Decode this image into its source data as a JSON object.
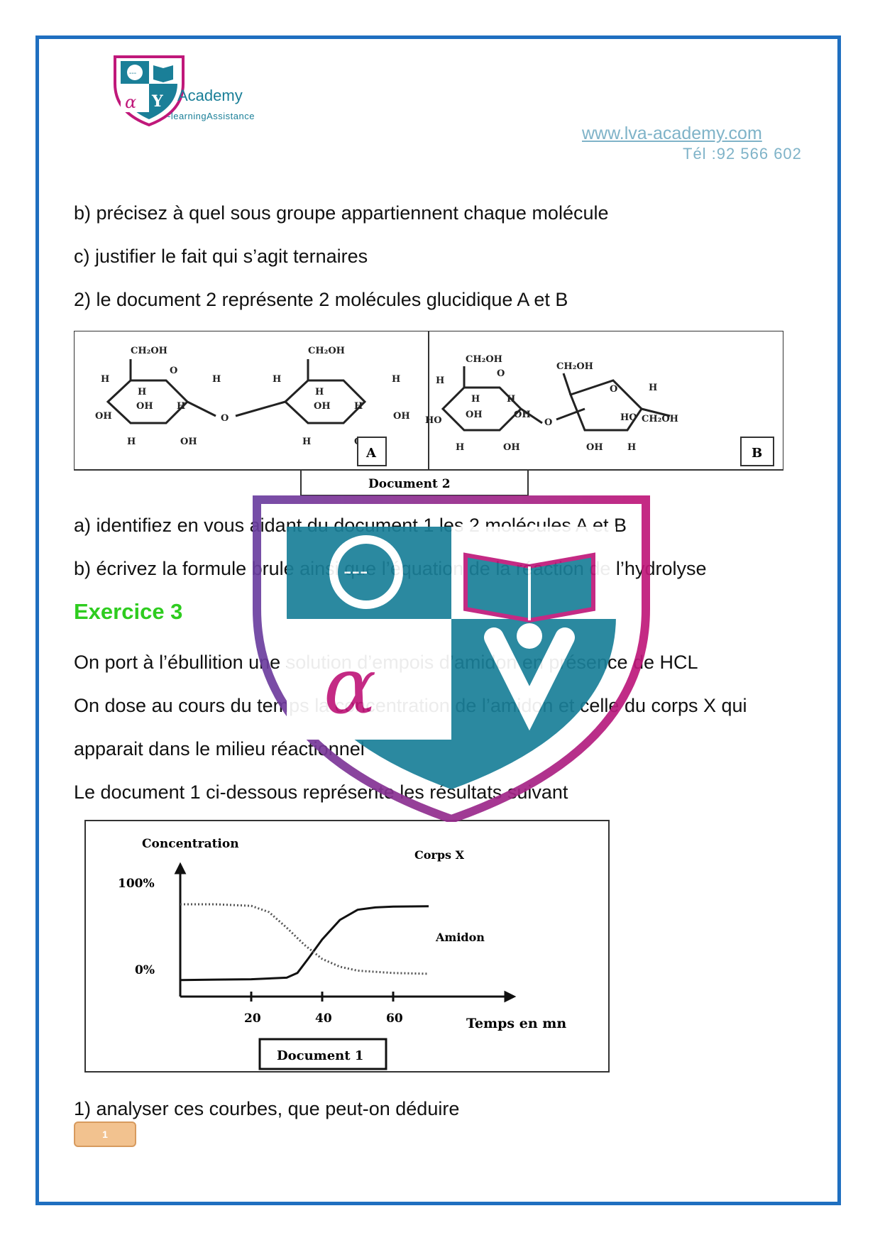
{
  "header": {
    "brand": "Academy",
    "brand_sub": "-learningAssistance",
    "logo_letters": "αYA",
    "website": "www.lva-academy.com",
    "phone": "Tél :92 566 602"
  },
  "lines": {
    "l1": "b) précisez à quel sous groupe appartiennent chaque molécule",
    "l2": "c) justifier le fait qui s’agit ternaires",
    "l3": "2) le document 2 représente 2 molécules glucidique A et B",
    "l4": "a) identifiez en vous aidant du document 1 les 2 molécules A et B",
    "l5": "b) écrivez la formule brule ainsi que l’équation de la réaction de l’hydrolyse",
    "heading": "Exercice 3",
    "l6": "On port à l’ébullition une solution d’empois d’amidon en présence de HCL",
    "l7": "On dose au cours du temps la concentration de l’amidon et celle du corps X qui",
    "l8": "apparait dans le milieu réactionnel",
    "l9": "Le document 1 ci-dessous représente les résultats suivant",
    "l10": "1) analyser ces courbes, que peut-on déduire"
  },
  "document2": {
    "caption": "Document 2",
    "label_a": "A",
    "label_b": "B",
    "a_labels": [
      "CH₂OH",
      "CH₂OH",
      "H",
      "H",
      "H",
      "H",
      "OH",
      "OH",
      "H",
      "OH",
      "H",
      "H",
      "OH",
      "OH",
      "H",
      "OH",
      "H",
      "H",
      "OH",
      "O"
    ],
    "b_labels": [
      "CH₂OH",
      "CH₂OH",
      "CH₂OH",
      "H",
      "H",
      "OH",
      "H",
      "HO",
      "OH",
      "H",
      "OH",
      "H",
      "HO",
      "OH",
      "H",
      "O",
      "O",
      "O"
    ]
  },
  "document1": {
    "caption": "Document 1",
    "chart_data": {
      "type": "line",
      "ylabel": "Concentration",
      "xlabel": "Temps en mn",
      "yticks": [
        "100%",
        "0%"
      ],
      "xticks": [
        20,
        40,
        60
      ],
      "series": [
        {
          "name": "Corps X",
          "style": "solid",
          "x": [
            0,
            10,
            20,
            30,
            33,
            36,
            40,
            45,
            50,
            55,
            60,
            70
          ],
          "y": [
            3,
            3.5,
            4,
            6,
            12,
            30,
            55,
            80,
            93,
            96,
            97,
            97.5
          ]
        },
        {
          "name": "Amidon",
          "style": "dotted",
          "x": [
            0,
            10,
            20,
            25,
            30,
            35,
            40,
            45,
            50,
            60,
            70
          ],
          "y": [
            100,
            100,
            98,
            90,
            70,
            48,
            30,
            20,
            15,
            12,
            11
          ]
        }
      ]
    }
  },
  "page_number": "1",
  "colors": {
    "frame": "#1f6fc0",
    "heading": "#2ecc1f",
    "teal": "#1a7f98",
    "magenta": "#c0187a",
    "purple": "#6b3fa0"
  }
}
